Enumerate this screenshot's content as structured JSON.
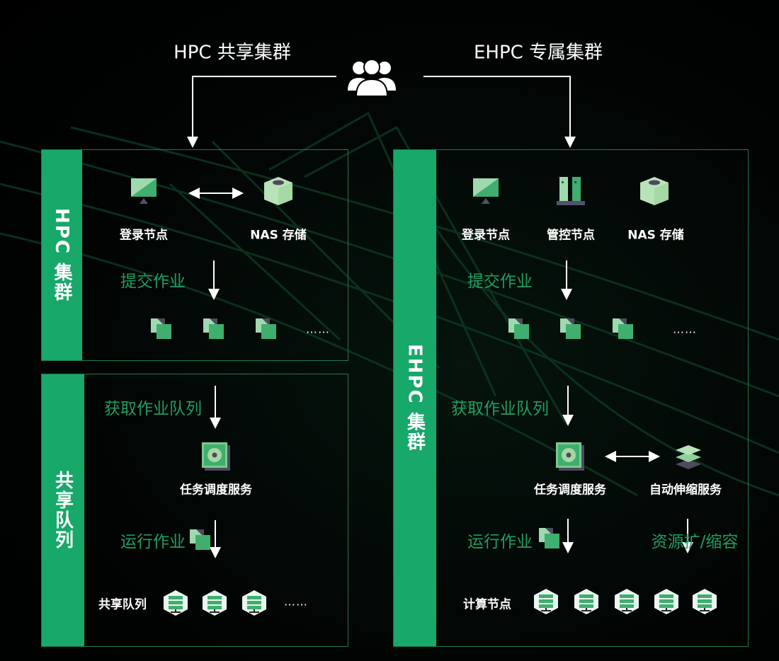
{
  "titles": {
    "left": "HPC 共享集群",
    "right": "EHPC 专属集群"
  },
  "hpc_cluster": {
    "bar_label": "HPC 集群",
    "login_node": "登录节点",
    "nas_storage": "NAS 存储",
    "submit_job": "提交作业",
    "more": "……"
  },
  "shared_queue": {
    "bar_label": "共享队列",
    "fetch_queue": "获取作业队列",
    "scheduler": "任务调度服务",
    "run_job": "运行作业",
    "queue_label": "共享队列",
    "more": "……"
  },
  "ehpc_cluster": {
    "bar_label": "EHPC 集群",
    "login_node": "登录节点",
    "control_node": "管控节点",
    "nas_storage": "NAS 存储",
    "submit_job": "提交作业",
    "more": "……",
    "fetch_queue": "获取作业队列",
    "scheduler": "任务调度服务",
    "autoscale": "自动伸缩服务",
    "run_job": "运行作业",
    "scale": "资源扩/缩容",
    "compute_nodes": "计算节点"
  },
  "colors": {
    "accent": "#17a86a",
    "green_text": "#1f9e62",
    "border": "#1f7a4f"
  }
}
